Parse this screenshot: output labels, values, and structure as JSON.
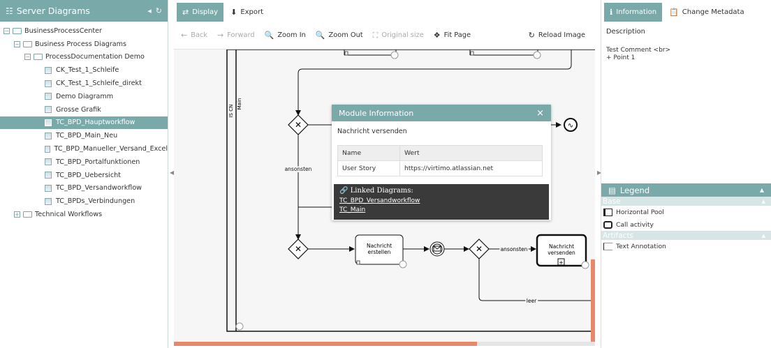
{
  "left": {
    "title": "Server Diagrams",
    "tree": [
      {
        "label": "BusinessProcessCenter",
        "level": 0,
        "kind": "folder",
        "toggle": "⊟"
      },
      {
        "label": "Business Process Diagrams",
        "level": 1,
        "kind": "folder",
        "toggle": "⊟"
      },
      {
        "label": "ProcessDocumentation Demo",
        "level": 2,
        "kind": "folder",
        "toggle": "⊟"
      },
      {
        "label": "CK_Test_1_Schleife",
        "level": 3,
        "kind": "doc"
      },
      {
        "label": "CK_Test_1_Schleife_direkt",
        "level": 3,
        "kind": "doc"
      },
      {
        "label": "Demo Diagramm",
        "level": 3,
        "kind": "doc"
      },
      {
        "label": "Grosse Grafik",
        "level": 3,
        "kind": "doc"
      },
      {
        "label": "TC_BPD_Hauptworkflow",
        "level": 3,
        "kind": "doc",
        "selected": true
      },
      {
        "label": "TC_BPD_Main_Neu",
        "level": 3,
        "kind": "doc"
      },
      {
        "label": "TC_BPD_Manueller_Versand_Excel",
        "level": 3,
        "kind": "doc"
      },
      {
        "label": "TC_BPD_Portalfunktionen",
        "level": 3,
        "kind": "doc"
      },
      {
        "label": "TC_BPD_Uebersicht",
        "level": 3,
        "kind": "doc"
      },
      {
        "label": "TC_BPD_Versandworkflow",
        "level": 3,
        "kind": "doc"
      },
      {
        "label": "TC_BPDs_Verbindungen",
        "level": 3,
        "kind": "doc"
      },
      {
        "label": "Technical Workflows",
        "level": 1,
        "kind": "folder",
        "toggle": "⊞"
      }
    ]
  },
  "mid": {
    "tabs": [
      {
        "label": "Display",
        "icon": "shuffle-icon",
        "active": true
      },
      {
        "label": "Export",
        "icon": "download-icon"
      }
    ],
    "toolbar": {
      "back": "Back",
      "forward": "Forward",
      "zoom_in": "Zoom In",
      "zoom_out": "Zoom Out",
      "original_size": "Original size",
      "fit_page": "Fit Page",
      "reload": "Reload Image"
    },
    "diagram": {
      "pool_label": "IS CN",
      "lane_label": "Main",
      "edge_label_1": "ansonsten",
      "edge_label_2": "ansonsten",
      "edge_label_3": "leer",
      "task_1": "Nachricht\nerstellen",
      "task_2": "Nachricht\nversenden"
    },
    "modal": {
      "title": "Module Information",
      "close": "×",
      "subtitle": "Nachricht versenden",
      "col_name": "Name",
      "col_value": "Wert",
      "row_name": "User Story",
      "row_value": "https://virtimo.atlassian.net",
      "linked_title": "Linked Diagrams:",
      "links": [
        "TC_BPD_Versandworkflow",
        "TC_Main"
      ]
    }
  },
  "right": {
    "tabs": [
      {
        "label": "Information",
        "icon": "info-icon",
        "active": true
      },
      {
        "label": "Change Metadata",
        "icon": "clipboard-icon"
      }
    ],
    "desc_title": "Description",
    "desc_lines": [
      "Test Comment <br>",
      "+ Point 1"
    ],
    "legend_title": "Legend",
    "sections": [
      {
        "label": "Base",
        "items": [
          "Horizontal Pool",
          "Call activity"
        ]
      },
      {
        "label": "Artifacts",
        "items": [
          "Text Annotation"
        ]
      }
    ]
  },
  "colors": {
    "accent": "#7aa9a9",
    "scroll": "#e7886a",
    "dark": "#3a3a3a"
  }
}
